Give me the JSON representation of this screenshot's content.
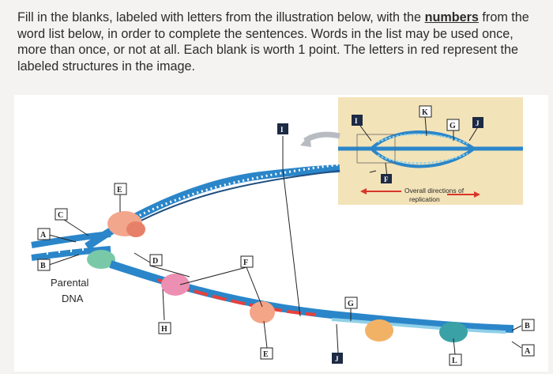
{
  "instructions": {
    "part1": "Fill in the blanks, labeled with letters from the illustration below, with the ",
    "emphasis": "numbers",
    "part2": " from the word list below, in order to complete the sentences.  Words in the list may be used once, more than once, or not at all.  Each blank is worth 1 point.  The letters in red represent the labeled structures in the image."
  },
  "figure": {
    "labels": {
      "A_left": "A",
      "B_left": "B",
      "C": "C",
      "E_top": "E",
      "D": "D",
      "H": "H",
      "F_main": "F",
      "E_bottom": "E",
      "I_main": "I",
      "J_bottom": "J",
      "G_main": "G",
      "L": "L",
      "B_right": "B",
      "A_right": "A",
      "K_inset": "K",
      "I_inset": "I",
      "G_inset": "G",
      "J_inset": "J",
      "F_inset": "F"
    },
    "parental_dna": "Parental\nDNA",
    "inset_caption_line1": "Overall directions of",
    "inset_caption_line2": "replication"
  }
}
